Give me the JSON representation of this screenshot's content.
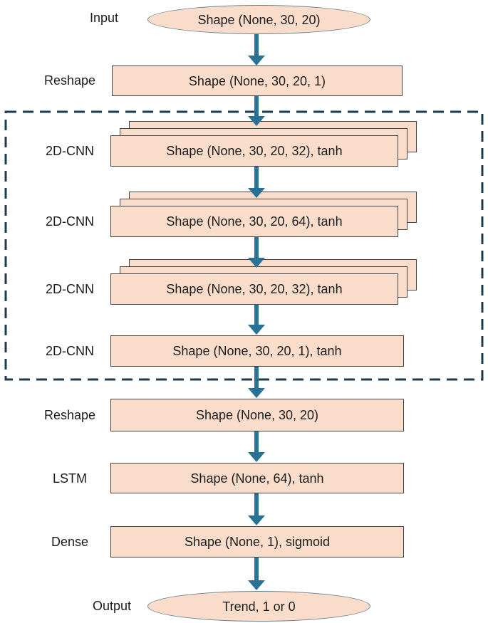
{
  "diagram": {
    "type": "flowchart",
    "nodes": [
      {
        "label": "Input",
        "shape": "ellipse",
        "text": "Shape (None, 30, 20)"
      },
      {
        "label": "Reshape",
        "shape": "rect",
        "text": "Shape (None, 30, 20, 1)"
      },
      {
        "label": "2D-CNN",
        "shape": "stack",
        "text": "Shape (None, 30, 20, 32), tanh"
      },
      {
        "label": "2D-CNN",
        "shape": "stack",
        "text": "Shape (None, 30, 20, 64), tanh"
      },
      {
        "label": "2D-CNN",
        "shape": "stack",
        "text": "Shape (None, 30, 20, 32), tanh"
      },
      {
        "label": "2D-CNN",
        "shape": "rect",
        "text": "Shape (None, 30, 20, 1), tanh"
      },
      {
        "label": "Reshape",
        "shape": "rect",
        "text": "Shape (None, 30, 20)"
      },
      {
        "label": "LSTM",
        "shape": "rect",
        "text": "Shape (None, 64), tanh"
      },
      {
        "label": "Dense",
        "shape": "rect",
        "text": "Shape (None, 1), sigmoid"
      },
      {
        "label": "Output",
        "shape": "ellipse",
        "text": "Trend, 1 or 0"
      }
    ],
    "colors": {
      "node_fill": "#F9DDCA",
      "node_border": "#454545",
      "ellipse_border": "#6B8291",
      "arrow": "#2A7295",
      "dashed_box": "#1F3A4C",
      "text": "#1C1C1C"
    }
  }
}
